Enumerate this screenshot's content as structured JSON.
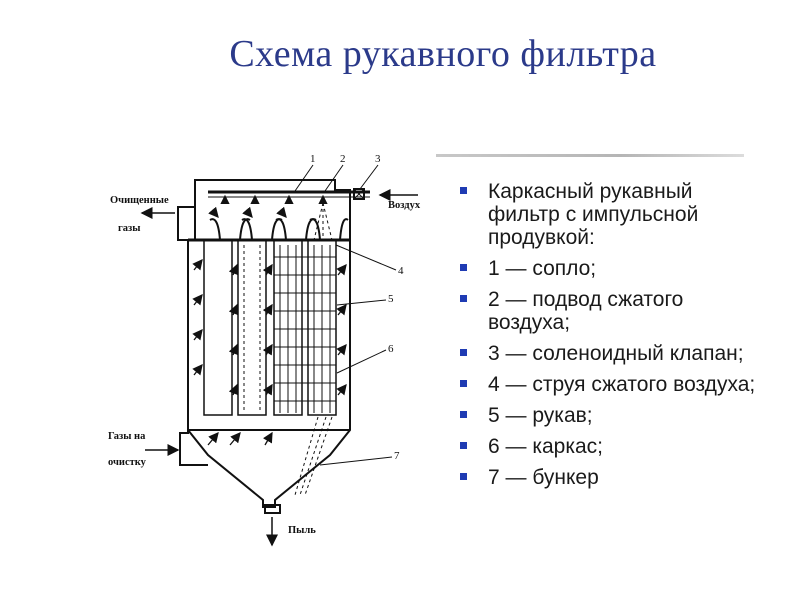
{
  "title": "Схема рукавного фильтра",
  "accent_color": "#2b3a8a",
  "bullet_color": "#1f3bb3",
  "diagram": {
    "labels": {
      "clean_gases_1": "Очищенные",
      "clean_gases_2": "газы",
      "air": "Воздух",
      "inlet_1": "Газы на",
      "inlet_2": "очистку",
      "dust": "Пыль"
    },
    "numbers": [
      "1",
      "2",
      "3",
      "4",
      "5",
      "6",
      "7"
    ]
  },
  "legend": [
    "Каркасный рукавный фильтр с импульсной продувкой:",
    "1 — сопло;",
    "2 — подвод сжатого воздуха;",
    "3 — соленоидный клапан;",
    "4 — струя сжатого воздуха;",
    "5 — рукав;",
    "6 — каркас;",
    "7 — бункер"
  ]
}
